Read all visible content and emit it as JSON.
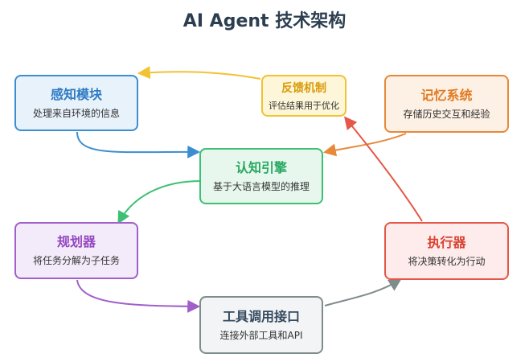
{
  "title": "AI Agent 技术架构",
  "nodes": {
    "perception": {
      "label": "感知模块",
      "desc": "处理来自环境的信息"
    },
    "feedback": {
      "label": "反馈机制",
      "desc": "评估结果用于优化"
    },
    "memory": {
      "label": "记忆系统",
      "desc": "存储历史交互和经验"
    },
    "cognition": {
      "label": "认知引擎",
      "desc": "基于大语言模型的推理"
    },
    "planner": {
      "label": "规划器",
      "desc": "将任务分解为子任务"
    },
    "executor": {
      "label": "执行器",
      "desc": "将决策转化为行动"
    },
    "tools": {
      "label": "工具调用接口",
      "desc": "连接外部工具和API"
    }
  },
  "edges": [
    {
      "from": "perception",
      "to": "cognition",
      "color": "#3d8ed0"
    },
    {
      "from": "memory",
      "to": "cognition",
      "color": "#e6893a"
    },
    {
      "from": "cognition",
      "to": "planner",
      "color": "#3cc073"
    },
    {
      "from": "planner",
      "to": "tools",
      "color": "#a15fc9"
    },
    {
      "from": "tools",
      "to": "executor",
      "color": "#7f8c8d"
    },
    {
      "from": "executor",
      "to": "feedback",
      "color": "#e45749"
    },
    {
      "from": "feedback",
      "to": "perception",
      "color": "#f1c232"
    }
  ]
}
